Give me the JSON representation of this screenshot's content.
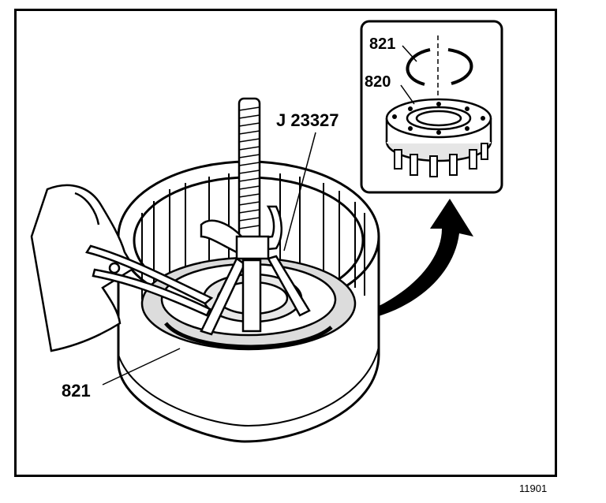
{
  "callouts": {
    "tool": "J 23327",
    "ring_main": "821",
    "ring_inset": "821",
    "spring_inset": "820"
  },
  "figure_id": "11901",
  "colors": {
    "ink": "#000000",
    "paper": "#ffffff",
    "shade": "#d9d9d9"
  }
}
